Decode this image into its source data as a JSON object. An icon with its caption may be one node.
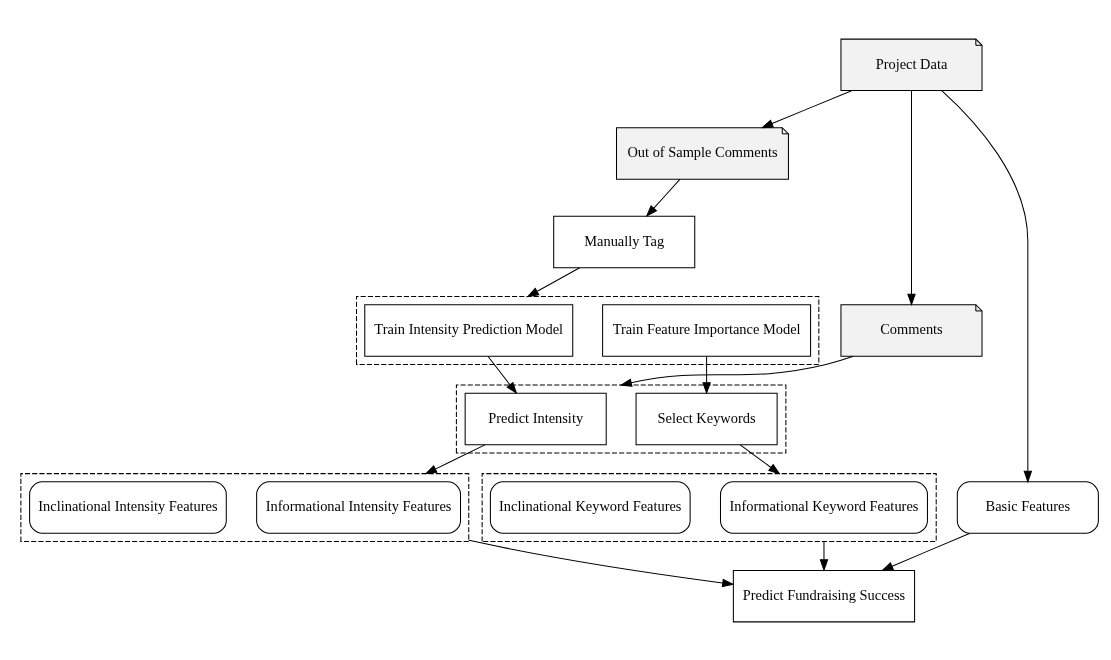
{
  "diagram": {
    "nodes": [
      {
        "text": [
          "Out of Sample Comments"
        ]
      },
      {
        "text": [
          "Project Data"
        ]
      },
      {
        "text": [
          "Manually Tag"
        ]
      },
      {
        "text": [
          "Comments"
        ]
      },
      {
        "text": [
          "Basic Features"
        ]
      },
      {
        "text": [],
        "shape": "box"
      },
      {
        "text": [
          "Train Intensity Prediction Model"
        ],
        "in": 5
      },
      {
        "text": [
          "Train Feature Importance Model"
        ],
        "in": 5
      },
      {
        "text": [],
        "shape": "box"
      },
      {
        "text": [
          "Predict Intensity"
        ],
        "in": 8
      },
      {
        "text": [
          "Select Keywords"
        ],
        "in": 8
      },
      {
        "text": [],
        "shape": "box"
      },
      {
        "text": [
          "Informational Intensity Features"
        ],
        "in": 11
      },
      {
        "text": [
          "Inclinational Intensity Features"
        ],
        "in": 11
      },
      {
        "text": [],
        "shape": "box"
      },
      {
        "text": [
          "Informational Keyword Features"
        ],
        "in": 14
      },
      {
        "text": [
          "Inclinational Keyword Features"
        ],
        "in": 14
      },
      {
        "text": [
          "Predict Fundraising Success"
        ]
      }
    ],
    "edges": [
      {
        "from": 1,
        "to": 0,
        "arrow": "to"
      },
      {
        "from": 0,
        "to": 2,
        "arrow": "to"
      },
      {
        "from": 1,
        "to": 3,
        "arrow": "to"
      },
      {
        "from": 1,
        "to": 4,
        "arrow": "to"
      },
      {
        "from": 2,
        "to": 5,
        "arrow": "to"
      },
      {
        "from": 3,
        "to": 8,
        "arrow": "to"
      },
      {
        "from": 6,
        "to": 9,
        "arrow": "to"
      },
      {
        "from": 7,
        "to": 10,
        "arrow": "to"
      },
      {
        "from": 9,
        "to": 11,
        "arrow": "to"
      },
      {
        "from": 10,
        "to": 14,
        "arrow": "to"
      },
      {
        "from": 11,
        "to": 17,
        "arrow": "to"
      },
      {
        "from": 14,
        "to": 17,
        "arrow": "to"
      },
      {
        "from": 4,
        "to": 17,
        "arrow": "to"
      }
    ]
  }
}
